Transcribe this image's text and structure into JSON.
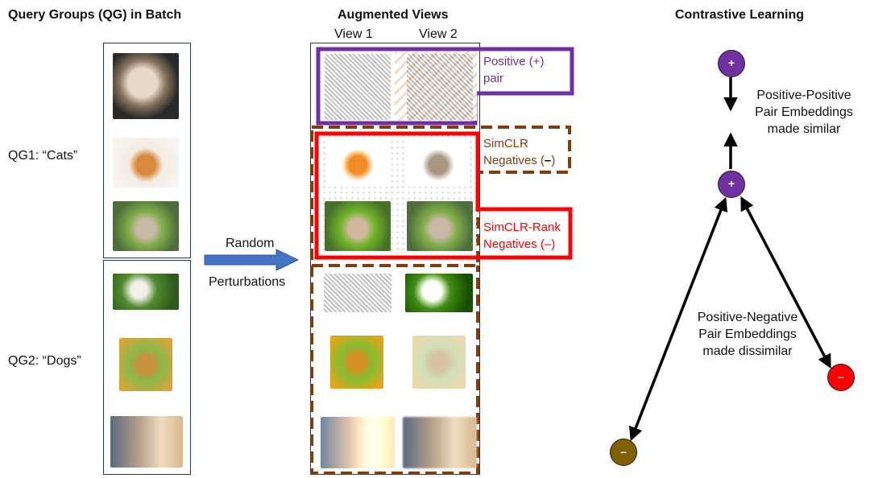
{
  "headers": {
    "query_groups": "Query Groups (QG) in Batch",
    "augmented_views": "Augmented Views",
    "contrastive": "Contrastive Learning"
  },
  "views": {
    "view1": "View 1",
    "view2": "View 2"
  },
  "groups": {
    "qg1": "QG1: “Cats”",
    "qg2": "QG2: “Dogs”"
  },
  "arrow_label": {
    "line1": "Random",
    "line2": "Perturbations"
  },
  "callouts": {
    "positive": {
      "line1": "Positive (+)",
      "line2": "pair",
      "color": "#7030a0"
    },
    "simclr": {
      "line1": "SimCLR",
      "line2": "Negatives (",
      "dash": "–",
      "close": ")",
      "color": "#843c0c"
    },
    "simclr_rank": {
      "line1": "SimCLR-Rank",
      "line2": "Negatives (–)",
      "color": "#ff0000"
    }
  },
  "nodes": {
    "pos_symbol": "+",
    "neg_symbol": "–",
    "pos_color": "#7030a0",
    "neg_red": "#ff0000",
    "neg_olive": "#7f6000"
  },
  "annotations": {
    "pp": [
      "Positive-Positive",
      "Pair Embeddings",
      "made similar"
    ],
    "pn": [
      "Positive-Negative",
      "Pair Embeddings",
      "made dissimilar"
    ]
  }
}
